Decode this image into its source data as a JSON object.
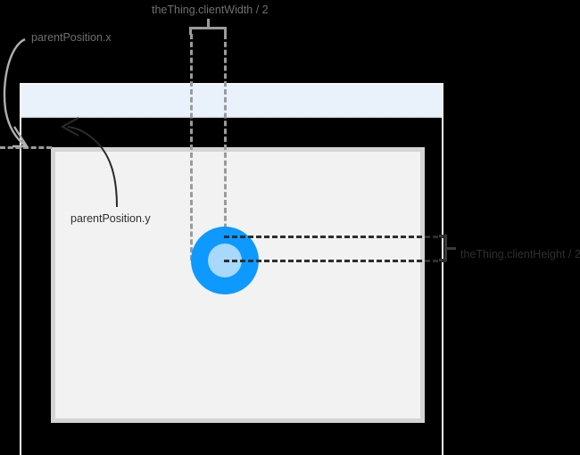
{
  "diagram": {
    "title": "Element positioning measurement diagram",
    "background_color": "#000000"
  },
  "window": {
    "name": "browser-window",
    "titlebar_color": "#e9f2fb",
    "frame_color": "#f4f4f4",
    "titlebar_label": ""
  },
  "content": {
    "name": "parent-content-box",
    "fill_color": "#f2f2f2",
    "border_color": "#d4d4d4"
  },
  "thing": {
    "name": "theThing",
    "ring_color": "#0d99ff",
    "core_color": "#a8d8fb"
  },
  "labels": {
    "client_width": "theThing.clientWidth / 2",
    "client_height": "theThing.clientHeight / 2",
    "parent_position_x": "parentPosition.x",
    "parent_position_y": "parentPosition.y"
  },
  "guides": {
    "gray_color": "#9b9b9b",
    "dark_color": "#2e2e2e"
  },
  "annotations": {
    "arrow_x_icon": "curved-arrow-down-icon",
    "arrow_y_icon": "curved-arrow-up-left-icon",
    "bracket_width_icon": "measure-bracket-horizontal-icon",
    "bracket_height_icon": "measure-bracket-vertical-icon"
  }
}
